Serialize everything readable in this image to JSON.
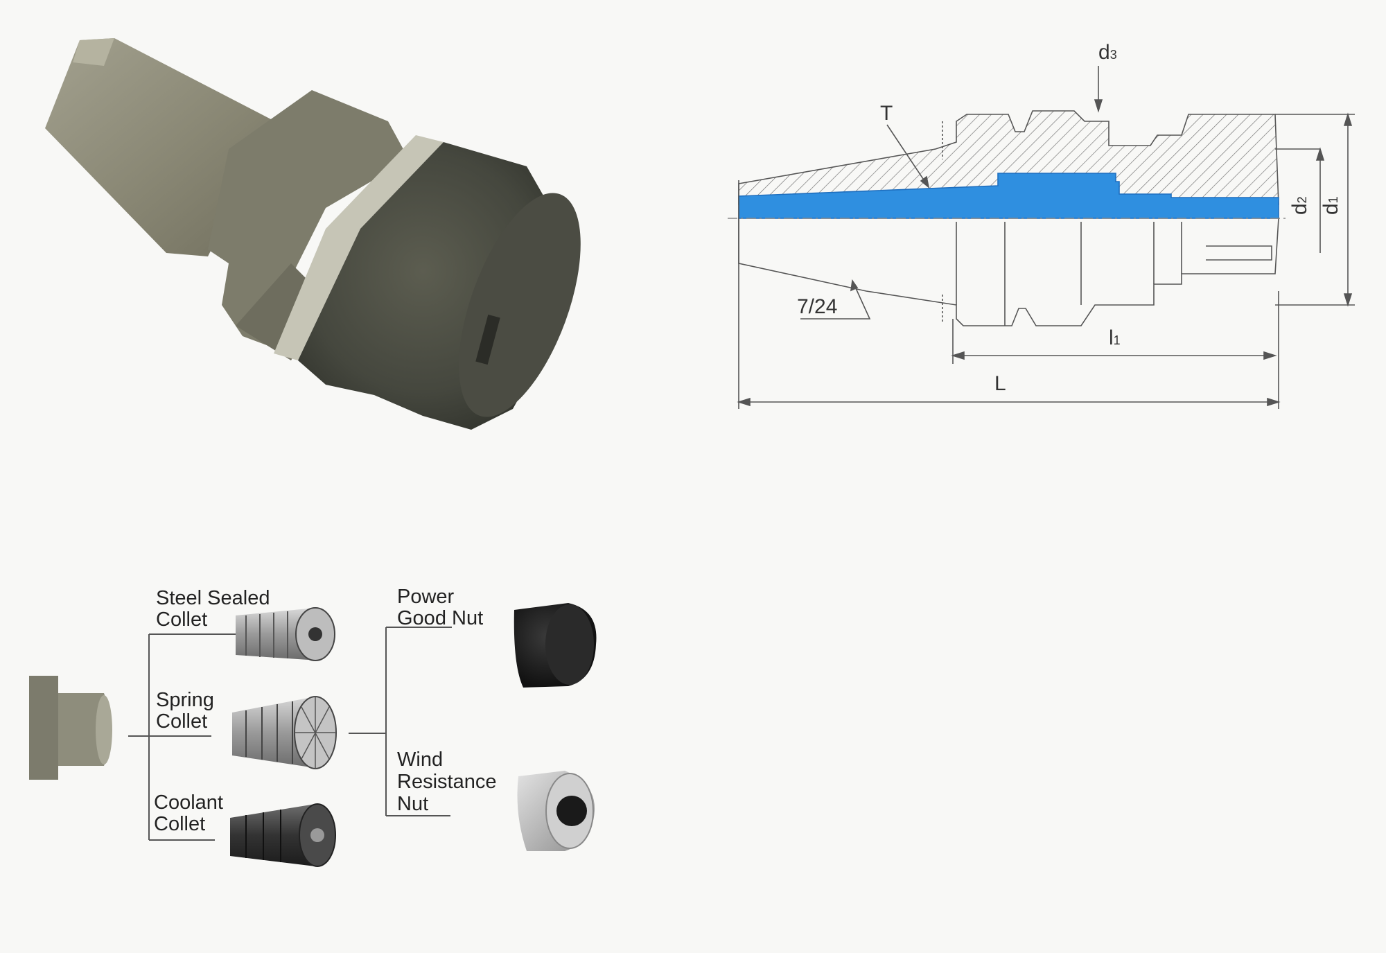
{
  "drawing": {
    "labels": {
      "T": "T",
      "taper": "7/24",
      "d3": "d",
      "d3_sub": "3",
      "d2": "d",
      "d2_sub": "2",
      "d1": "d",
      "d1_sub": "1",
      "l1": "l",
      "l1_sub": "1",
      "L": "L"
    }
  },
  "accessories": {
    "collets": [
      {
        "line1": "Steel Sealed",
        "line2": "Collet"
      },
      {
        "line1": "Spring",
        "line2": "Collet"
      },
      {
        "line1": "Coolant",
        "line2": "Collet"
      }
    ],
    "nuts": [
      {
        "line1": "Power",
        "line2": "Good Nut"
      },
      {
        "line1": "Wind",
        "line2": "Resistance",
        "line3": "Nut"
      }
    ]
  },
  "colors": {
    "bore_blue": "#2f8fe0",
    "line": "#555555",
    "metal": "#8d8c79"
  }
}
